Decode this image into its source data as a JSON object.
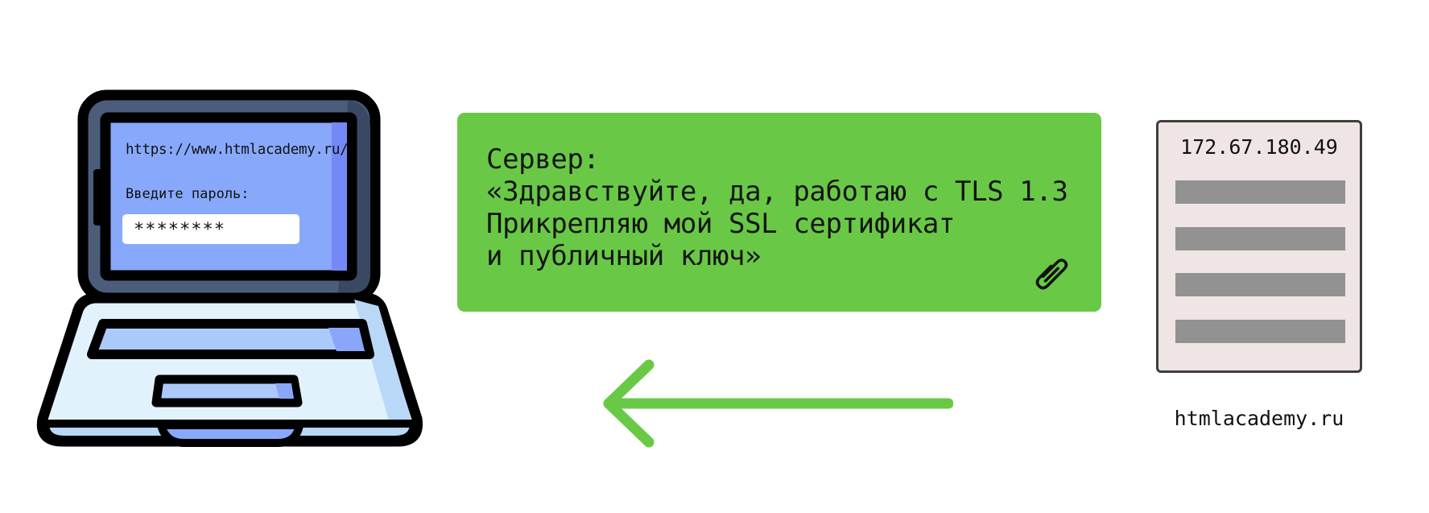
{
  "laptop": {
    "url": "https://www.htmlacademy.ru/",
    "password_label": "Введите пароль:",
    "password_value": "********"
  },
  "message": {
    "text": "Сервер:\n«Здравствуйте, да, работаю с TLS 1.3\nПрикрепляю мой SSL сертификат\nи публичный ключ»",
    "attachment_icon": "paperclip-icon",
    "background_color": "#69c946"
  },
  "arrow": {
    "direction": "left",
    "color": "#69c946"
  },
  "server": {
    "ip": "172.67.180.49",
    "domain": "htmlacademy.ru"
  }
}
